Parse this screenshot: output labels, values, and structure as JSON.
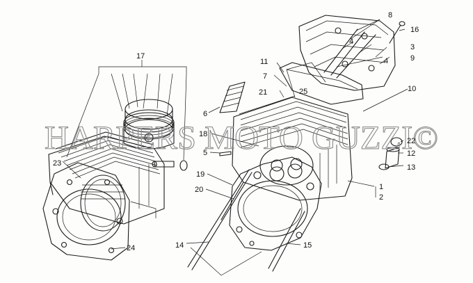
{
  "diagram": {
    "type": "exploded-parts-drawing",
    "labels": {
      "p1": "1",
      "p2": "2",
      "p3": "3",
      "p4a": "4",
      "p4b": "4",
      "p5": "5",
      "p6": "6",
      "p7": "7",
      "p8": "8",
      "p9": "9",
      "p10": "10",
      "p11": "11",
      "p12": "12",
      "p13": "13",
      "p14": "14",
      "p15": "15",
      "p16": "16",
      "p17": "17",
      "p18": "18",
      "p19": "19",
      "p20": "20",
      "p21": "21",
      "p22": "22",
      "p23": "23",
      "p24": "24",
      "p25": "25"
    },
    "watermark": "HARPERS MOTO GUZZI©"
  }
}
